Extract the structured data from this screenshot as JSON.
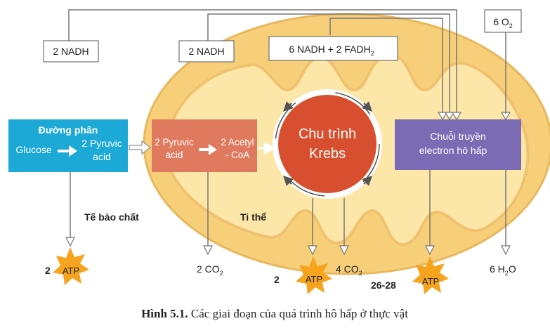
{
  "boxes": {
    "nadh_glycolysis": "2 NADH",
    "nadh_pyruvate": "2 NADH",
    "nadh_krebs_part1": "6 NADH + 2 FADH",
    "nadh_krebs_sub": "2",
    "oxygen_coef": "6 O",
    "oxygen_sub": "2"
  },
  "stages": {
    "glycolysis": {
      "title": "Đường phân",
      "input": "Glucose",
      "output_line1": "2 Pyruvic",
      "output_line2": "acid"
    },
    "pyruvate_oxidation": {
      "input_line1": "2 Pyruvic",
      "input_line2": "acid",
      "output_line1": "2 Acetyl",
      "output_line2": "- CoA"
    },
    "krebs": {
      "line1": "Chu trình",
      "line2": "Krebs"
    },
    "etc": {
      "line1": "Chuỗi truyền",
      "line2": "electron hô hấp"
    }
  },
  "regions": {
    "cytoplasm": "Tế bào chất",
    "mitochondrion": "Ti thể"
  },
  "products": {
    "atp_glycolysis_count": "2",
    "atp_krebs_count": "2",
    "atp_etc_count": "26-28",
    "atp_label": "ATP",
    "co2_pyruvate": "2 CO",
    "co2_pyruvate_sub": "2",
    "co2_krebs": "4 CO",
    "co2_krebs_sub": "2",
    "water": "6 H",
    "water_sub": "2",
    "water_tail": "O"
  },
  "caption": {
    "bold": "Hình 5.1.",
    "text": " Các giai đoạn của quá trình hô hấp ở thực vật"
  },
  "colors": {
    "glycolysis_box": "#1ca9d6",
    "pyruvate_box": "#e07a5f",
    "krebs_circle": "#d84f2f",
    "etc_box": "#7b6bb5",
    "mito_outer": "#f7cf79",
    "mito_inner": "#fce6a8",
    "atp_star": "#f6a31e"
  }
}
